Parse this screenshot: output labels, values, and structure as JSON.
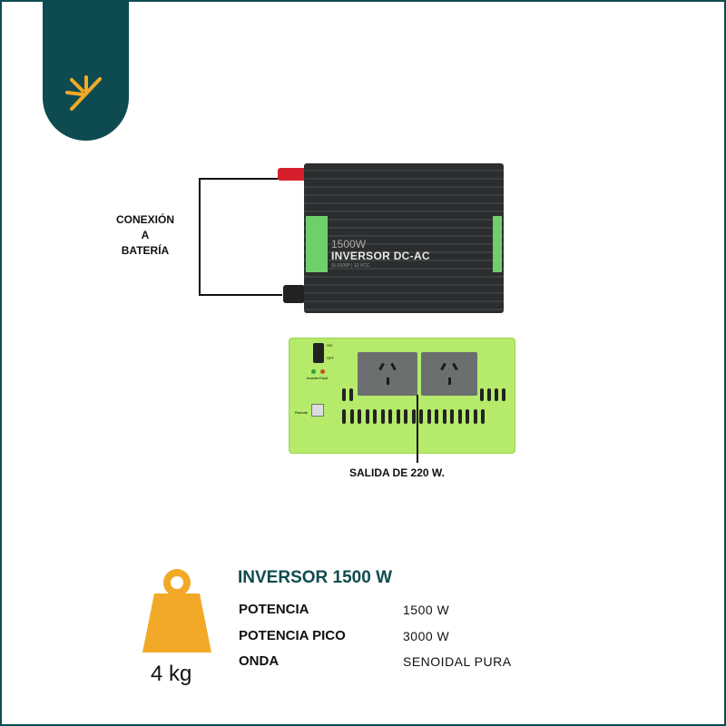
{
  "brand": {
    "logo_icon": "sunburst-icon",
    "tab_color": "#0e4b50",
    "accent": "#f2a928"
  },
  "product_image": {
    "label_power": "1500W",
    "label_name": "INVERSOR DC-AC",
    "label_model": "SI-1500P | 12 VCC",
    "battery_callout": [
      "CONEXIÓN",
      "A",
      "BATERÍA"
    ],
    "output_callout": "SALIDA DE 220 W.",
    "panel_labels": {
      "on": "ON",
      "off": "OFF",
      "inverter": "Inverter",
      "fault": "Fault",
      "remote": "Remote"
    }
  },
  "specs": {
    "title": "INVERSOR 1500 W",
    "weight": "4 kg",
    "rows": [
      {
        "label": "POTENCIA",
        "value": "1500 W"
      },
      {
        "label": "POTENCIA PICO",
        "value": "3000 W"
      },
      {
        "label": "ONDA",
        "value": "SENOIDAL PURA"
      }
    ]
  }
}
